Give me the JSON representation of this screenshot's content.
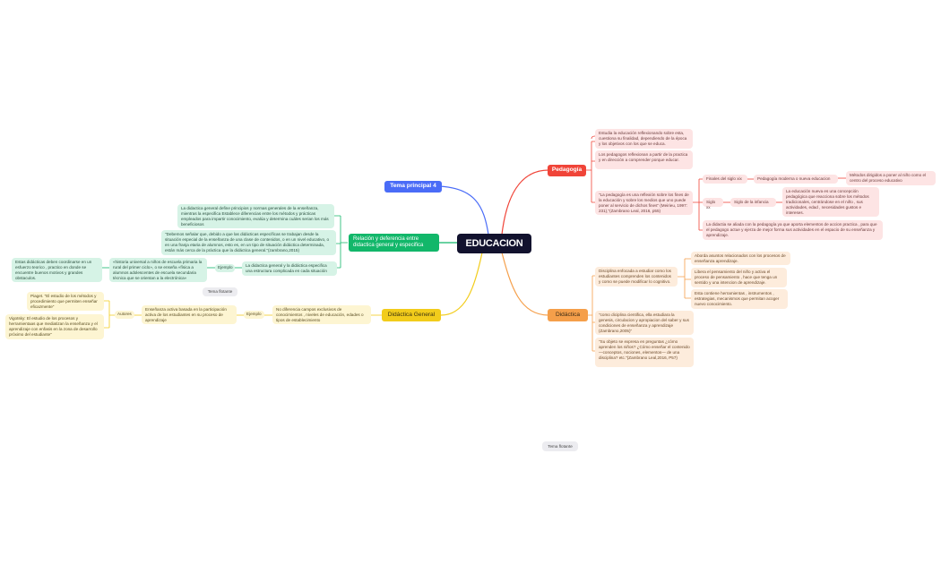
{
  "root": {
    "label": "EDUCACION",
    "color": "#12122e"
  },
  "colors": {
    "pedagogia": "#f04438",
    "didactica": "#f59f4a",
    "didactica_general": "#f2cc1b",
    "relacion": "#12b76a",
    "tema4": "#4a6cf7"
  },
  "topics": {
    "tema4": {
      "label": "Tema principal 4"
    },
    "pedagogia": {
      "label": "Pedagogía",
      "children": [
        "Estudia la educación reflexionando sobre esta, cuestiona su finalidad, dependiendo de la época y los objetivos con los que se educa.",
        "Los pedagogos reflexionan a partir de la practica y en dirección a comprender porque educar.",
        "\"La pedagogía es una reflexión sobre los fines de la educación y sobre los medios que uno puede poner al servicio de dichos fines\" (Meirieu, 1997: 231),\"(Zambrano Leal, 2016, p55)"
      ],
      "quote_children": {
        "finales": "Finales del siglo xix",
        "moderna": "Pedagogía moderna o nueva educacion",
        "metodos": "Métodos dirigidos a poner al niño como el centro del proceso educativo",
        "siglo_xx": "Siglo xx",
        "infancia": "Siglo de la infancia",
        "nueva": "La educación nueva es una concepción pedagógica que reacciona sobre los métodos tradicionales, centrándose en el niño , sus actividades, edad , necesidades gustos e intereses.",
        "aliada": "La didactia se aliada con la pedagogía ya que aporta elementos de accion practica , para que el pedagogo actue y ejerza de mejor forma sus actividades en el espacio de su enseñanza y aprendizaje."
      }
    },
    "didactica": {
      "label": "Didáctica",
      "disciplina": "Disciplina enfocada a estudiar como los estudiantes comprenden los contenidos y como se puede modificar lo cognitivo.",
      "disciplina_children": [
        "Aborda asuntos relacionados con los procesos de enseñanza aprendizaje.",
        "Libera el pensamiento del niño y activa el proceso de pensamiento , hace que tenga un sentido y una intencion de aprendizaje.",
        "Esta contiene herramientas , instrumentos , estrategias, mecanismos que permitan acoger nuevo conocimiento."
      ],
      "quote1": "\"como diciplina cientifica, ella estudiara la genesis, circulacion y apropiacion del saber y sus condiciones de enseñanza y aprendizaje (Zambrano,2005)\"",
      "quote2": "\"Su objeto se expresa en preguntas ¿cómo aprenden los niños? ¿Cómo enseñar el contenido —conceptos, nociones, elementos— de una disciplina? etc.\"(Zambrano Leal,2016, P57)"
    },
    "relacion": {
      "label": "Relación y deferencia entre didactica general y especifica",
      "define": "La didactica general define principios y normas generales de la enseñanza, mientras la especifica Establece diferencias entre los métodos y prácticas empleados para impartir conocimiento, evalúa y determina cuáles serian los más beneficiosos",
      "debemos": "\"Debemos señalar que, debido a que las didácticas específicas se trabajan desde la situación especial de la enseñanza de una clase de contenidos, o en un nivel educativo, o en una franja etaria de alumnos, esto es, en un tipo de situación didáctica determinada, están más cerca de la práctica que la didáctica general.\"(zambrano,2015)",
      "estructura": "La didactica general y la didáctica especifica una estructura complicada en cada situación",
      "ejemplo": "Ejemplo",
      "historia": "«historia universal a niños de escuela primaria la rural del primer ciclo», o se enseña «física a alumnos adolescentes de escuela secundaria técnica que se orientan a la electrónica»",
      "coordinar": "Estas didácticas deben coordinarse en un esfuerzo teorico , practico en donde se encuentre buenos motivos y grandes obstaculos."
    },
    "didactica_general": {
      "label": "Didáctica General",
      "no_diferencia": "No diferencia campos exclusivos de conocimientos , niveles de educación, edades o tipos de establecimiento",
      "ejemplo": "Ejemplo",
      "ensenanza": "Enseñanza activa basada en la participación activa de los estudiantes en su proceso de aprendizaje",
      "autores": "Autores",
      "piaget": "Piaget. \"El estudio de los métodos y procedimiento que permiten enseñar eficazmente\"",
      "vigotsky": "Vigotsky: El estudio de los procesos y herramientaas que mediatizan la enseñanza y el aprendizaje con enfasis en la zona de desarrollo próximo del estudiante\""
    }
  },
  "floating": [
    {
      "label": "Tema flotante"
    },
    {
      "label": "Tema flotante"
    }
  ]
}
